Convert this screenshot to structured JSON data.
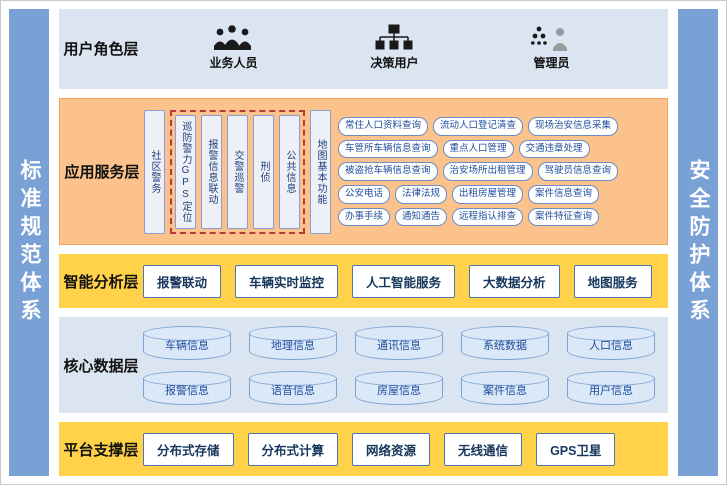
{
  "colors": {
    "sidebar_blue": "#7aa1d6",
    "layer_light_blue": "#dbe5f1",
    "layer_orange": "#fbc28c",
    "layer_yellow": "#ffd24a",
    "node_text_blue": "#1f4e9c",
    "dashed_border_red": "#b23a3a"
  },
  "sidebars": {
    "left": "标准规范体系",
    "right": "安全防护体系"
  },
  "layers": {
    "user_role": {
      "label": "用户角色层",
      "roles": [
        {
          "name": "业务人员",
          "icon": "people-group-icon"
        },
        {
          "name": "决策用户",
          "icon": "org-chart-icon"
        },
        {
          "name": "管理员",
          "icon": "admin-hierarchy-icon"
        }
      ]
    },
    "app_service": {
      "label": "应用服务层",
      "col_left": "社区警务",
      "col_boxed": [
        "巡防警力GPS定位",
        "报警信息联动",
        "交警巡警",
        "刑侦",
        "公共信息"
      ],
      "col_right": "地图基本功能",
      "button_rows": [
        [
          "常住人口资料查询",
          "流动人口登记清查",
          "现场治安信息采集"
        ],
        [
          "车管所车辆信息查询",
          "重点人口管理",
          "交通违章处理"
        ],
        [
          "被盗抢车辆信息查询",
          "治安场所出租管理",
          "驾驶员信息查询"
        ],
        [
          "公安电话",
          "法律法规",
          "出租房屋管理",
          "案件信息查询"
        ],
        [
          "办事手续",
          "通知通告",
          "远程指认排查",
          "案件特征查询"
        ]
      ]
    },
    "analysis": {
      "label": "智能分析层",
      "buttons": [
        "报警联动",
        "车辆实时监控",
        "人工智能服务",
        "大数据分析",
        "地图服务"
      ]
    },
    "core_data": {
      "label": "核心数据层",
      "rows": [
        [
          "车辆信息",
          "地理信息",
          "通讯信息",
          "系统数据",
          "人口信息"
        ],
        [
          "报警信息",
          "语音信息",
          "房屋信息",
          "案件信息",
          "用户信息"
        ]
      ]
    },
    "platform": {
      "label": "平台支撑层",
      "buttons": [
        "分布式存储",
        "分布式计算",
        "网络资源",
        "无线通信",
        "GPS卫星"
      ]
    }
  }
}
